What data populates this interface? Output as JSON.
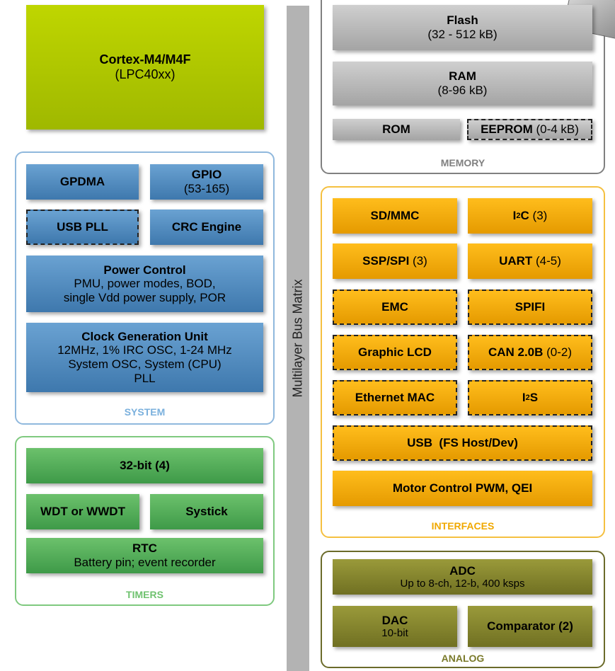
{
  "cpu": {
    "title": "Cortex-M4/M4F",
    "subtitle": "(LPC40xx)"
  },
  "bus": {
    "label": "Multilayer Bus Matrix"
  },
  "system": {
    "label": "SYSTEM",
    "gpdma": "GPDMA",
    "gpio": "GPIO",
    "gpio_sub": "(53-165)",
    "usb_pll": "USB PLL",
    "crc": "CRC Engine",
    "power_title": "Power Control",
    "power_line1": "PMU, power modes, BOD,",
    "power_line2": "single Vdd power supply, POR",
    "clock_title": "Clock Generation Unit",
    "clock_line1": "12MHz, 1% IRC OSC, 1-24 MHz",
    "clock_line2": "System OSC, System (CPU)",
    "clock_line3": "PLL"
  },
  "timers": {
    "label": "TIMERS",
    "timer32": "32-bit (4)",
    "wdt": "WDT or WWDT",
    "systick": "Systick",
    "rtc_title": "RTC",
    "rtc_sub": "Battery pin; event recorder"
  },
  "memory": {
    "label": "MEMORY",
    "flash": "Flash",
    "flash_sub": "(32 - 512 kB)",
    "ram": "RAM",
    "ram_sub": "(8-96 kB)",
    "rom": "ROM",
    "eeprom": "EEPROM",
    "eeprom_sub": " (0-4 kB)"
  },
  "interfaces": {
    "label": "INTERFACES",
    "sdmmc": "SD/MMC",
    "i2c": "I",
    "i2c_sup": "2",
    "i2c_c": "C",
    "i2c_count": " (3)",
    "ssp": "SSP/SPI",
    "ssp_count": " (3)",
    "uart": "UART",
    "uart_count": " (4-5)",
    "emc": "EMC",
    "spifi": "SPIFI",
    "lcd": "Graphic LCD",
    "can": "CAN 2.0B",
    "can_count": " (0-2)",
    "ethernet": "Ethernet MAC",
    "i2s": "I",
    "i2s_sup": "2",
    "i2s_s": "S",
    "usb": "USB  (FS Host/Dev)",
    "motor": "Motor Control PWM, QEI"
  },
  "analog": {
    "label": "ANALOG",
    "adc": "ADC",
    "adc_sub": "Up to 8-ch, 12-b, 400 ksps",
    "dac": "DAC",
    "dac_sub": "10-bit",
    "comparator": "Comparator (2)"
  },
  "colors": {
    "system_border": "#8fb8dd",
    "timers_border": "#7fc97f",
    "memory_border": "#808080",
    "interfaces_border": "#f5c040",
    "analog_border": "#6b6b2a",
    "system_label": "#7ab0dd",
    "timers_label": "#6fc26f",
    "memory_label": "#808080",
    "interfaces_label": "#f0a800",
    "analog_label": "#7a7a2a"
  }
}
